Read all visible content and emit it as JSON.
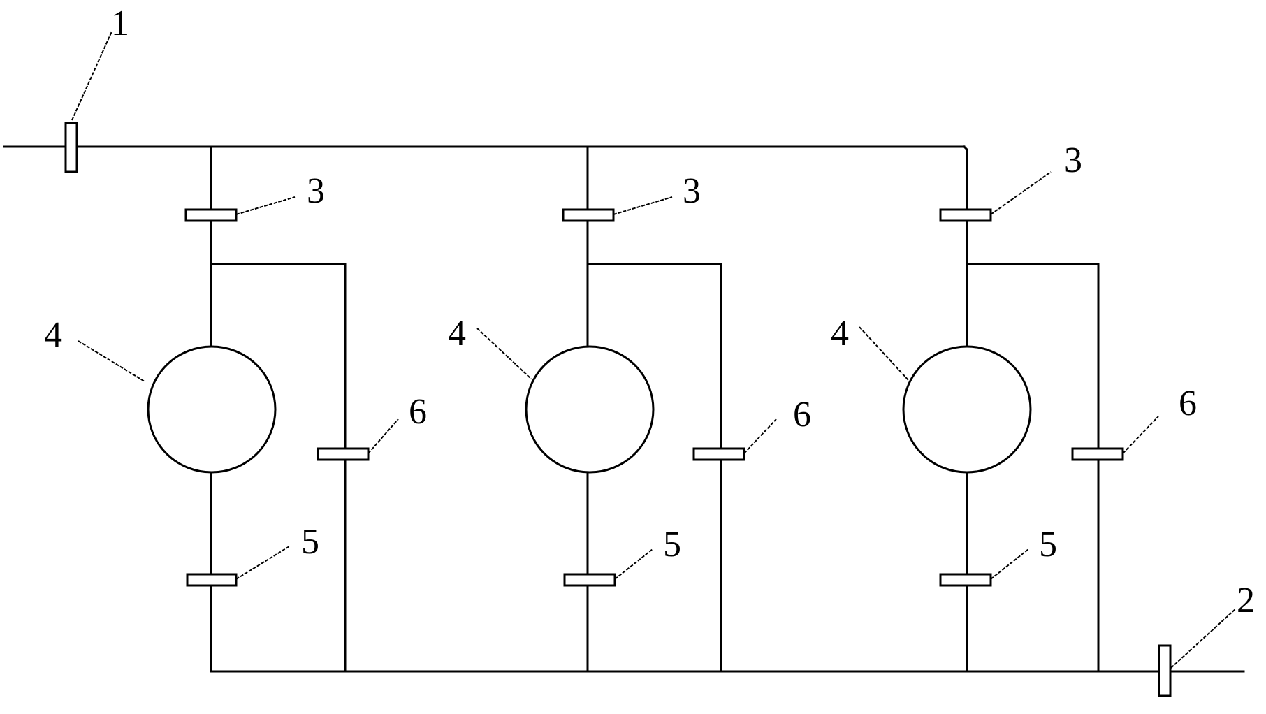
{
  "labels": {
    "inlet_valve": "1",
    "outlet_valve": "2",
    "upper_valve": "3",
    "unit": "4",
    "lower_valve": "5",
    "bypass_valve": "6"
  }
}
